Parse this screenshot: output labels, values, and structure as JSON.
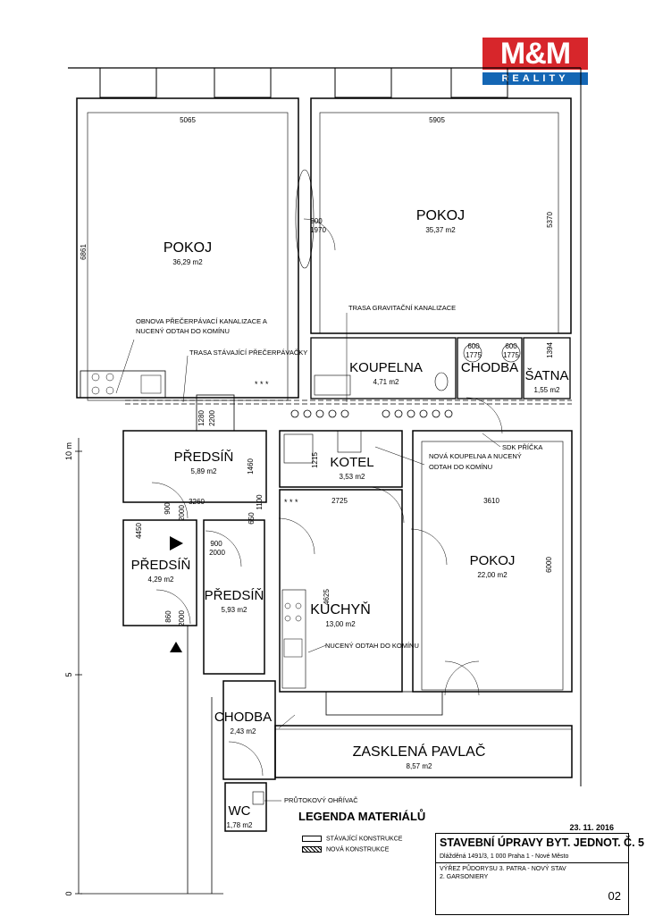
{
  "brand": {
    "mm": "M&M",
    "reality": "REALITY"
  },
  "rooms": [
    {
      "id": "pokoj-1",
      "name": "POKOJ",
      "area": "36,29 m2"
    },
    {
      "id": "pokoj-2",
      "name": "POKOJ",
      "area": "35,37 m2"
    },
    {
      "id": "koupelna",
      "name": "KOUPELNA",
      "area": "4,71 m2"
    },
    {
      "id": "chodba-1",
      "name": "CHODBA",
      "area": ""
    },
    {
      "id": "satna",
      "name": "ŠATNA",
      "area": "1,55 m2"
    },
    {
      "id": "predsin-1",
      "name": "PŘEDSÍŇ",
      "area": "5,89 m2"
    },
    {
      "id": "kotel",
      "name": "KOTEL",
      "area": "3,53 m2"
    },
    {
      "id": "pokoj-3",
      "name": "POKOJ",
      "area": "22,00 m2"
    },
    {
      "id": "predsin-2",
      "name": "PŘEDSÍŇ",
      "area": "4,29 m2"
    },
    {
      "id": "predsin-3",
      "name": "PŘEDSÍŇ",
      "area": "5,93 m2"
    },
    {
      "id": "kuchyn",
      "name": "KUCHYŇ",
      "area": "13,00 m2"
    },
    {
      "id": "chodba-2",
      "name": "CHODBA",
      "area": "2,43 m2"
    },
    {
      "id": "pavlac",
      "name": "ZASKLENÁ PAVLAČ",
      "area": "8,57 m2"
    },
    {
      "id": "wc",
      "name": "WC",
      "area": "1,78 m2"
    }
  ],
  "dimensions": [
    "5065",
    "5905",
    "6861",
    "5370",
    "900",
    "1970",
    "600",
    "1775",
    "600",
    "1775",
    "1394",
    "1280",
    "2200",
    "1460",
    "1215",
    "650",
    "1100",
    "2725",
    "3610",
    "900",
    "2000",
    "3260",
    "4450",
    "900",
    "2000",
    "4625",
    "6000",
    "860",
    "2000"
  ],
  "notes": [
    "OBNOVA PŘEČERPÁVACÍ KANALIZACE A NUCENÝ ODTAH DO KOMÍNU",
    "TRASA GRAVITAČNÍ KANALIZACE",
    "TRASA STÁVAJÍCÍ PŘEČERPÁVAČKY",
    "NOVÁ KOUPELNA A NUCENÝ ODTAH DO KOMÍNU",
    "SDK PŘÍČKA",
    "NUCENÝ ODTAH DO KOMÍNU",
    "PRŮTOKOVÝ OHŘÍVAČ"
  ],
  "scale": [
    "10 m",
    "5",
    "0"
  ],
  "legend": {
    "title": "LEGENDA MATERIÁLŮ",
    "items": [
      "STÁVAJÍCÍ KONSTRUKCE",
      "NOVÁ KONSTRUKCE"
    ]
  },
  "titleblock": {
    "date": "23. 11. 2016",
    "title": "STAVEBNÍ ÚPRAVY BYT. JEDNOT. Č. 5",
    "address": "Dlážděná 1491/3, 1 000 Praha 1 - Nové Město",
    "desc1": "VÝŘEZ PŮDORYSU 3. PATRA - NOVÝ STAV",
    "desc2": "2. GARSONIERY",
    "number": "02"
  }
}
